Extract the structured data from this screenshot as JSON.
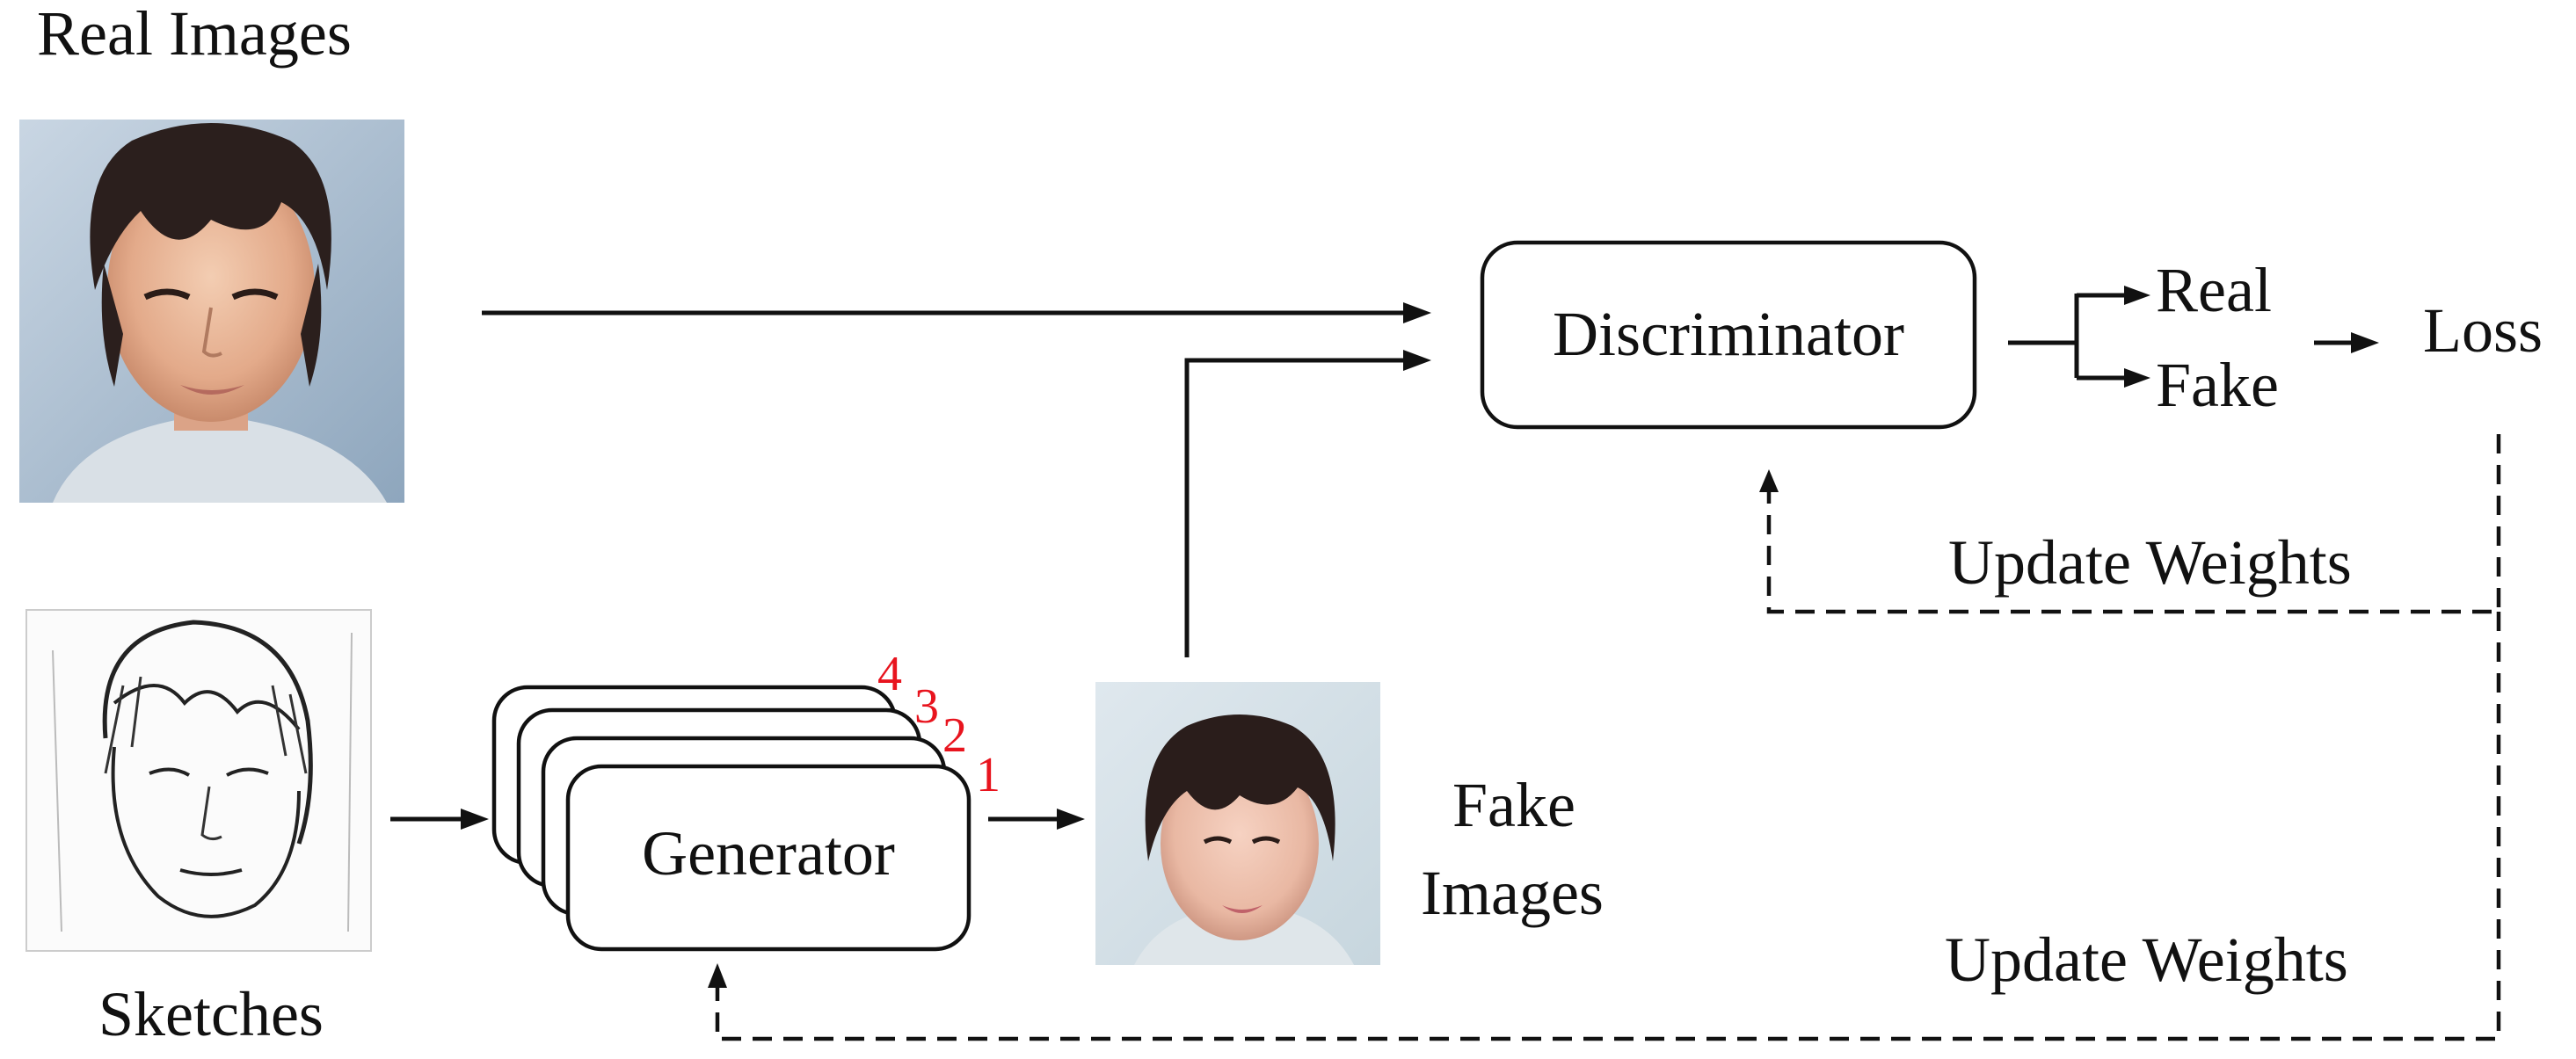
{
  "labels": {
    "real_images": "Real Images",
    "sketches": "Sketches",
    "generator": "Generator",
    "discriminator": "Discriminator",
    "real": "Real",
    "fake": "Fake",
    "loss": "Loss",
    "fake_images_line1": "Fake",
    "fake_images_line2": "Images",
    "update_weights_discriminator": "Update Weights",
    "update_weights_generator": "Update Weights"
  },
  "generator_stack": [
    "4",
    "3",
    "2",
    "1"
  ],
  "colors": {
    "stroke": "#111111",
    "stack_numbers": "#e8141e",
    "background": "#ffffff"
  },
  "icons": {
    "real_image": "real-face-photo",
    "sketch_image": "face-sketch",
    "fake_image": "generated-face-photo"
  }
}
